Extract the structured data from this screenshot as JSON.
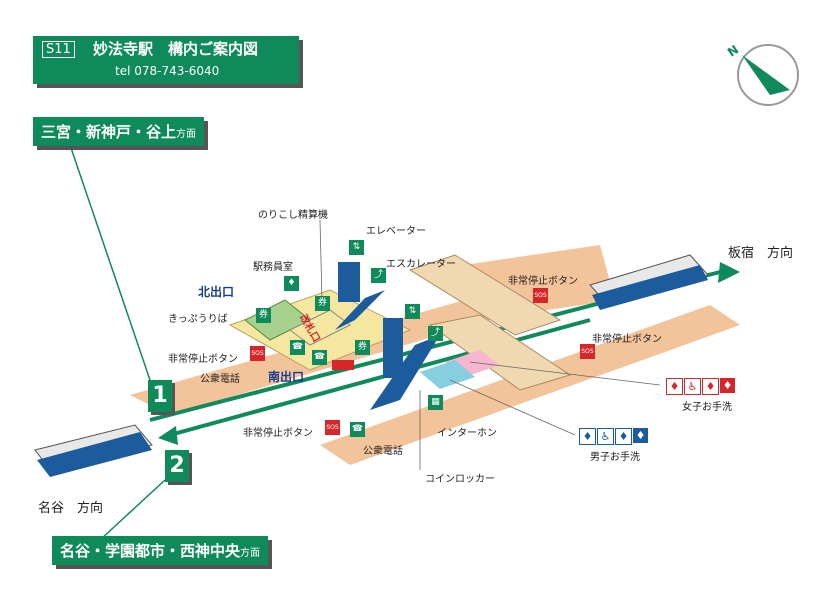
{
  "title": {
    "station_code": "S11",
    "station_name": "妙法寺駅　構内ご案内図",
    "tel": "tel 078-743-6040"
  },
  "directions": {
    "upper_main": "三宮・新神戸・谷上",
    "upper_suffix": "方面",
    "lower_main": "名谷・学園都市・西神中央",
    "lower_suffix": "方面",
    "train_right": "板宿　方向",
    "train_left": "名谷　方向"
  },
  "tracks": {
    "track1": "1",
    "track2": "2"
  },
  "labels": {
    "fare_adjust": "のりこし精算機",
    "elevator": "エレベーター",
    "escalator": "エスカレーター",
    "station_office": "駅務員室",
    "north_exit": "北出口",
    "ticket_sales": "きっぷうりば",
    "gate": "改札口",
    "south_exit": "南出口",
    "emergency_left": "非常停止ボタン",
    "emergency_top_right": "非常停止ボタン",
    "emergency_right": "非常停止ボタン",
    "emergency_bottom": "非常停止ボタン",
    "payphone_left": "公衆電話",
    "payphone_bottom": "公衆電話",
    "intercom": "インターホン",
    "coin_locker": "コインロッカー",
    "women_restroom": "女子お手洗",
    "men_restroom": "男子お手洗"
  },
  "icons": {
    "sos": "SOS",
    "phone": "☎",
    "elevator": "⇅",
    "escalator": "⤴",
    "locker": "▦",
    "ticket": "券",
    "person": "♦",
    "wheelchair": "♿"
  },
  "colors": {
    "brand_green": "#0e8a5b",
    "platform": "#f3c39a",
    "alert_red": "#d6262a",
    "info_blue": "#1d5c9c",
    "restroom_pink": "#f7b6cf",
    "restroom_cyan": "#86cfe0"
  }
}
